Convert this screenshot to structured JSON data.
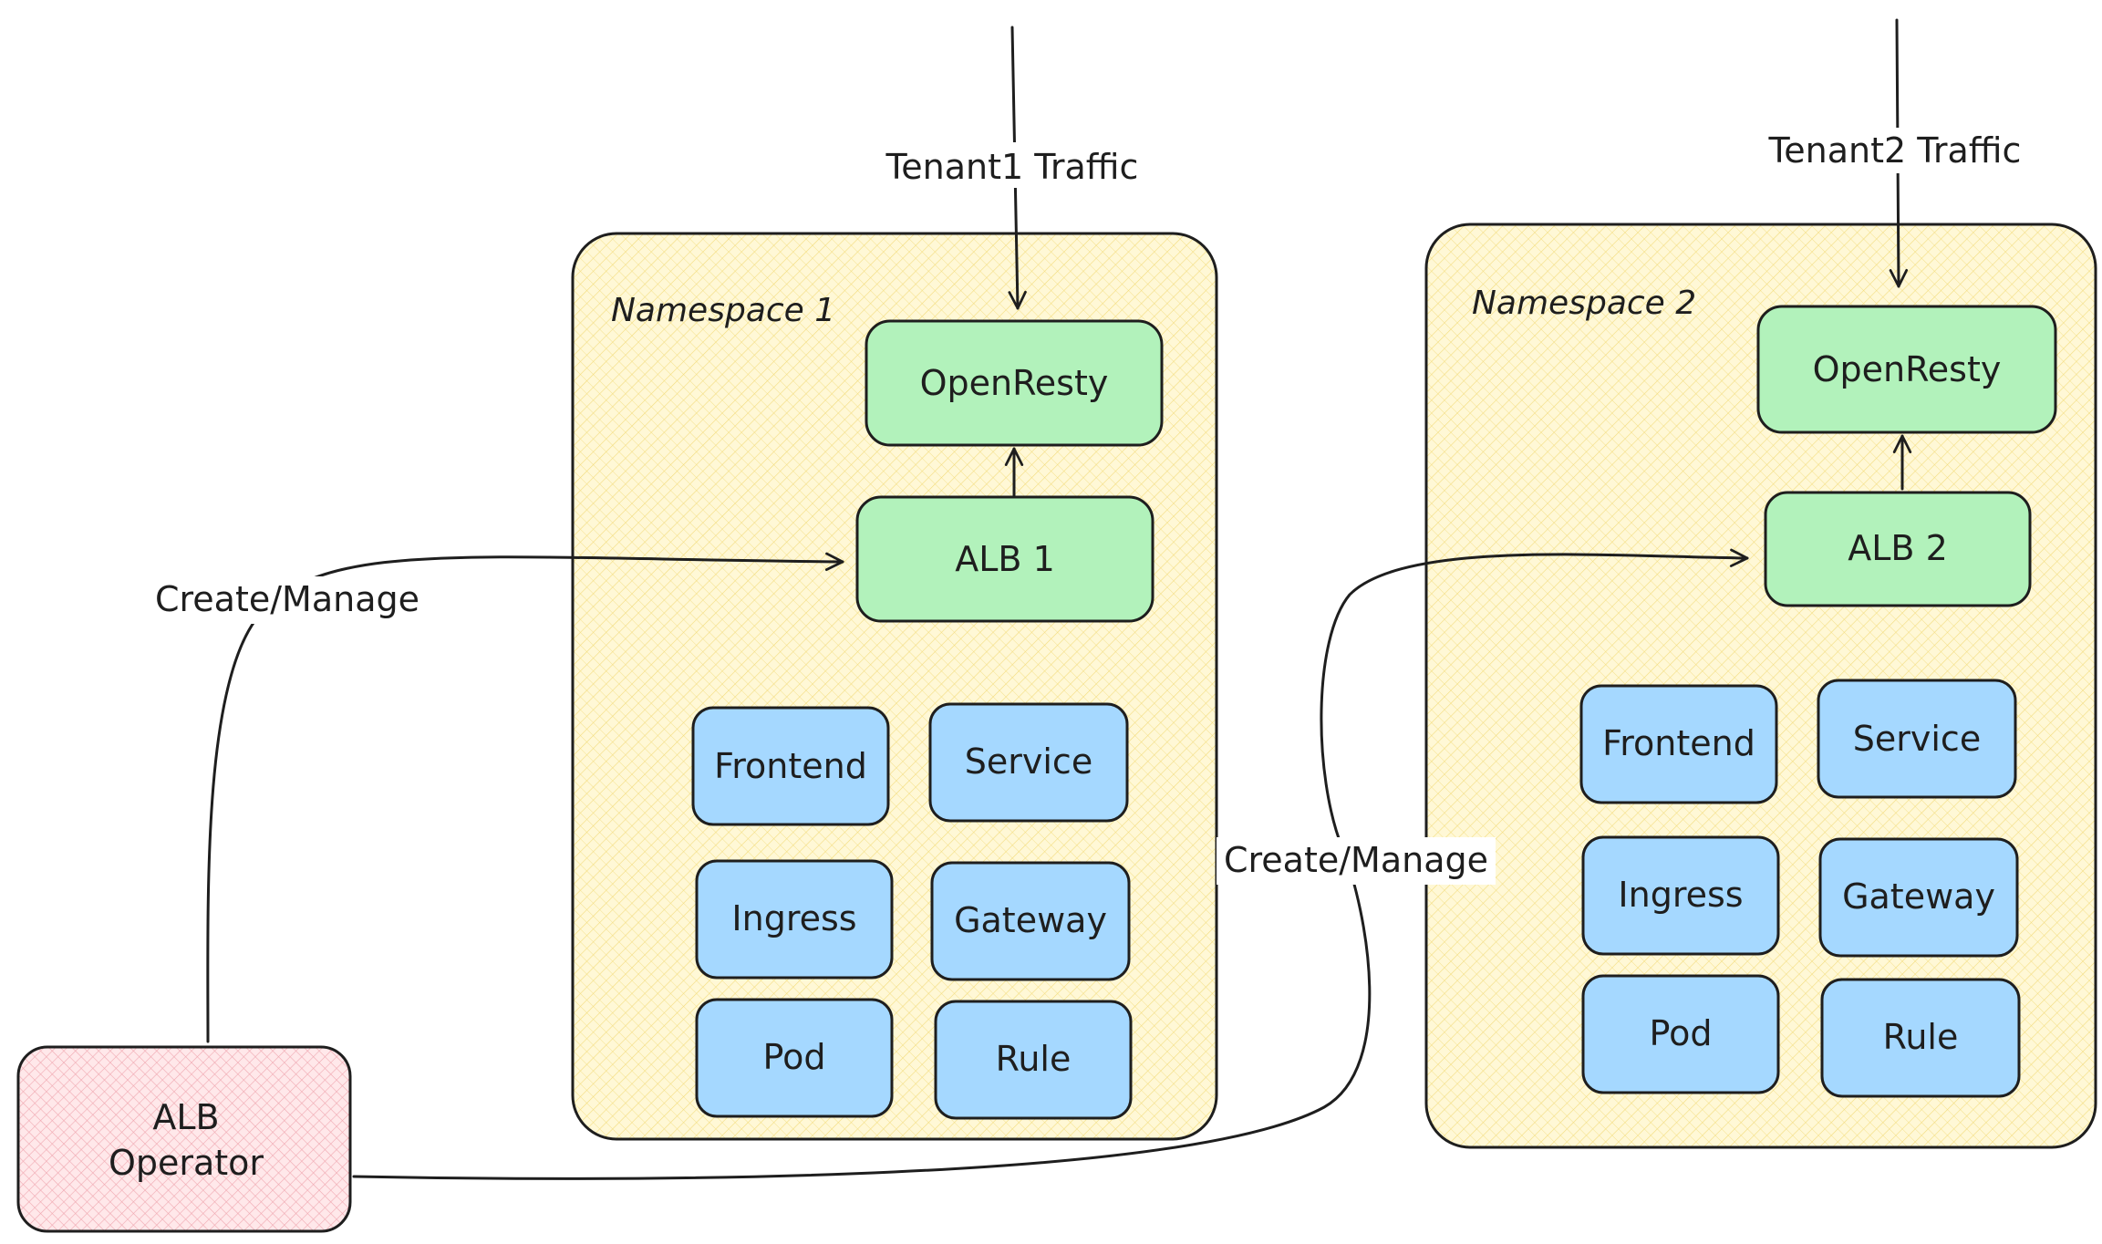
{
  "namespaces": [
    {
      "label": "Namespace 1",
      "traffic_label": "Tenant1 Traffic",
      "openresty": "OpenResty",
      "alb": "ALB 1",
      "resources": [
        "Frontend",
        "Service",
        "Ingress",
        "Gateway",
        "Pod",
        "Rule"
      ]
    },
    {
      "label": "Namespace 2",
      "traffic_label": "Tenant2 Traffic",
      "openresty": "OpenResty",
      "alb": "ALB 2",
      "resources": [
        "Frontend",
        "Service",
        "Ingress",
        "Gateway",
        "Pod",
        "Rule"
      ]
    }
  ],
  "operator": {
    "line1": "ALB",
    "line2": "Operator"
  },
  "edges": {
    "manage1": "Create/Manage",
    "manage2": "Create/Manage"
  },
  "colors": {
    "namespace_fill": "#fff6cc",
    "namespace_hatch": "#f5e08a",
    "green_box": "#b2f2bb",
    "blue_box": "#a5d8ff",
    "operator_fill": "#ffe3e6",
    "operator_hatch": "#f2a7b0",
    "stroke": "#1e1e1e"
  }
}
